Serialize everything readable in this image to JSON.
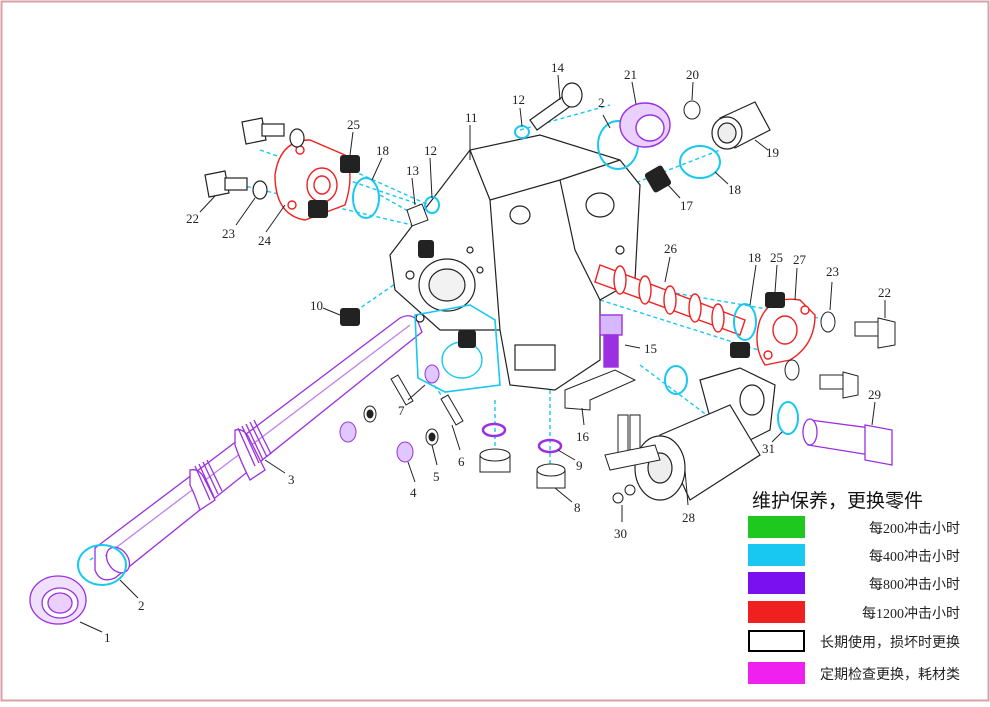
{
  "legend": {
    "title": "维护保养，更换零件",
    "items": [
      {
        "label": "每200冲击小时",
        "color": "#1ec81e",
        "fill": true
      },
      {
        "label": "每400冲击小时",
        "color": "#18c8f0",
        "fill": true
      },
      {
        "label": "每800冲击小时",
        "color": "#7a10f0",
        "fill": true
      },
      {
        "label": "每1200冲击小时",
        "color": "#f02020",
        "fill": true
      },
      {
        "label": "长期使用，损坏时更换",
        "color": "#000000",
        "fill": false
      },
      {
        "label": "定期检查更换，耗材类",
        "color": "#f020f0",
        "fill": true
      }
    ]
  },
  "part_numbers": [
    "1",
    "2",
    "2",
    "3",
    "4",
    "5",
    "6",
    "7",
    "8",
    "9",
    "10",
    "11",
    "12",
    "12",
    "13",
    "14",
    "15",
    "16",
    "17",
    "18",
    "18",
    "18",
    "19",
    "20",
    "21",
    "22",
    "22",
    "23",
    "23",
    "24",
    "25",
    "25",
    "26",
    "27",
    "28",
    "29",
    "30",
    "31"
  ],
  "colors": {
    "frame": "#d8a0a8",
    "line": "#222222",
    "cyan": "#18c8f0",
    "violet": "#9a30e0",
    "red": "#f02020"
  }
}
